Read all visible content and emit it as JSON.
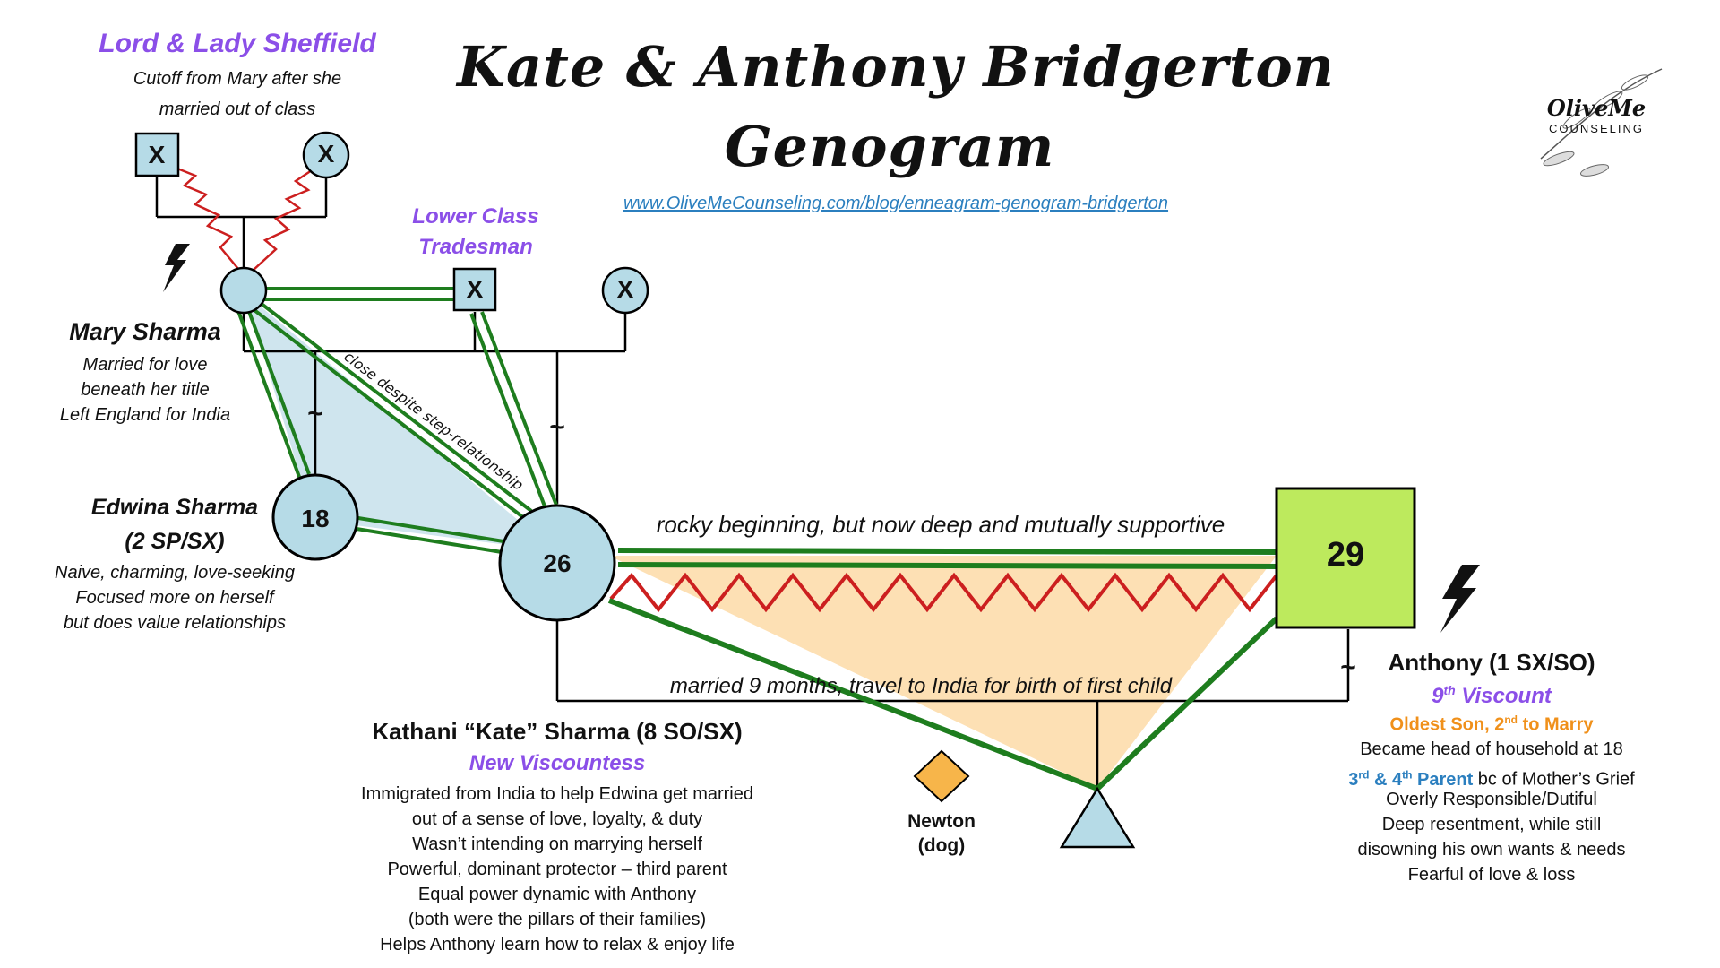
{
  "header": {
    "title_line1": "Kate & Anthony Bridgerton",
    "title_line2": "Genogram",
    "url": "www.OliveMeCounseling.com/blog/enneagram-genogram-bridgerton"
  },
  "logo": {
    "name": "OliveMe",
    "tagline": "COUNSELING",
    "icon": "olive-branch-icon"
  },
  "grandparents": {
    "label": "Lord & Lady Sheffield",
    "note_lines": [
      "Cutoff from Mary after she",
      "married out of class"
    ],
    "left_symbol": "X",
    "right_symbol": "X"
  },
  "tradesman": {
    "label_lines": [
      "Lower Class",
      "Tradesman"
    ],
    "symbol": "X"
  },
  "other_parent": {
    "symbol": "X"
  },
  "mary": {
    "name": "Mary Sharma",
    "note_lines": [
      "Married for love",
      "beneath her title",
      "Left England for India"
    ]
  },
  "edwina": {
    "age": "18",
    "name": "Edwina Sharma",
    "type": "(2 SP/SX)",
    "note_lines": [
      "Naive, charming, love-seeking",
      "Focused more on herself",
      "but does value relationships"
    ]
  },
  "kate": {
    "age": "26",
    "name": "Kathani “Kate” Sharma (8 SO/SX)",
    "title": "New Viscountess",
    "note_lines": [
      "Immigrated from India to help Edwina get married",
      "out of a sense of love, loyalty, & duty",
      "Wasn’t intending on marrying herself",
      "Powerful, dominant protector – third parent",
      "Equal power dynamic with Anthony",
      "(both were the pillars of their families)",
      "Helps Anthony learn how to relax & enjoy life"
    ]
  },
  "anthony": {
    "age": "29",
    "name": "Anthony (1 SX/SO)",
    "title_num": "9",
    "title_sup": "th",
    "title_rest": " Viscount",
    "oldest_a": "Oldest Son, 2",
    "oldest_sup": "nd",
    "oldest_b": " to Marry",
    "line1": "Became head of household at 18",
    "parent_a": "3",
    "parent_sup1": "rd",
    "parent_b": " & 4",
    "parent_sup2": "th",
    "parent_c": " Parent",
    "parent_rest": " bc of Mother’s Grief",
    "more_lines": [
      "Overly Responsible/Dutiful",
      "Deep resentment, while still",
      "disowning his own wants & needs",
      "Fearful of love & loss"
    ]
  },
  "pet": {
    "name": "Newton",
    "kind": "(dog)"
  },
  "relationships": {
    "mary_kate": "close despite step-relationship",
    "kate_anthony": "rocky beginning, but now deep and mutually supportive",
    "marriage": "married 9 months, travel to India for birth of first child",
    "tilde": "~"
  },
  "colors": {
    "node_fill": "#b6dbe7",
    "anthony_fill": "#bdea5d",
    "green_line": "#1e7d1e",
    "red_line": "#cc1f1f",
    "triangle_blue": "#cfe5ee",
    "triangle_orange": "#fde0b4",
    "diamond": "#f7b54a",
    "accent_purple": "#8b4fe8",
    "accent_orange": "#f0901a",
    "accent_blue": "#2b7fbf"
  }
}
